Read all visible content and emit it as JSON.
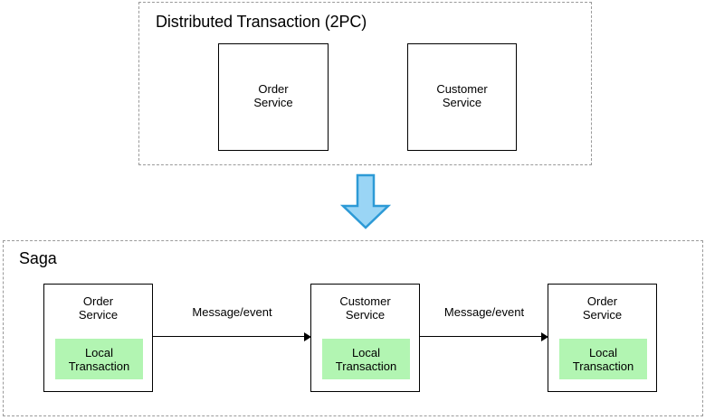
{
  "diagram": {
    "title_hidden": "",
    "groups": [
      {
        "id": "2pc",
        "label": "Distributed Transaction (2PC)",
        "boxes": [
          {
            "label": "Order\nService"
          },
          {
            "label": "Customer\nService"
          }
        ]
      },
      {
        "id": "saga",
        "label": "Saga",
        "boxes": [
          {
            "label": "Order\nService",
            "chip": "Local\nTransaction"
          },
          {
            "label": "Customer\nService",
            "chip": "Local\nTransaction"
          },
          {
            "label": "Order\nService",
            "chip": "Local\nTransaction"
          }
        ],
        "connectors": [
          {
            "label": "Message/event"
          },
          {
            "label": "Message/event"
          }
        ]
      }
    ],
    "transition_arrow": {
      "name": "down-arrow",
      "direction": "down",
      "fill": "#9ad5f5",
      "stroke": "#2d9ad6"
    },
    "colors": {
      "chip_fill": "#b2f5b2",
      "box_stroke": "#000000",
      "group_stroke": "#9a9a9a",
      "background": "#ffffff",
      "text": "#000000"
    }
  }
}
